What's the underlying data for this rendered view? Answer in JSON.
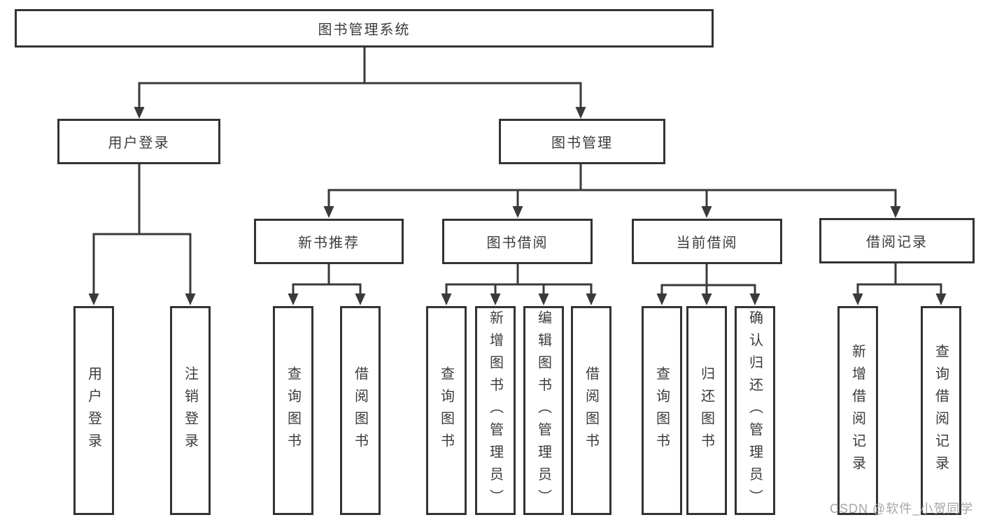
{
  "colors": {
    "line": "#3a3a3a",
    "border": "#333333",
    "text": "#3b3b3b",
    "background": "#ffffff",
    "watermark": "#a6a6a6"
  },
  "tree": {
    "root": {
      "label": "图书管理系统"
    },
    "children": [
      {
        "label": "用户登录",
        "children": [
          {
            "label": "用户登录"
          },
          {
            "label": "注销登录"
          }
        ]
      },
      {
        "label": "图书管理",
        "children": [
          {
            "label": "新书推荐",
            "children": [
              {
                "label": "查询图书"
              },
              {
                "label": "借阅图书"
              }
            ]
          },
          {
            "label": "图书借阅",
            "children": [
              {
                "label": "查询图书"
              },
              {
                "label": "新增图书（管理员）"
              },
              {
                "label": "编辑图书（管理员）"
              },
              {
                "label": "借阅图书"
              }
            ]
          },
          {
            "label": "当前借阅",
            "children": [
              {
                "label": "查询图书"
              },
              {
                "label": "归还图书"
              },
              {
                "label": "确认归还（管理员）"
              }
            ]
          },
          {
            "label": "借阅记录",
            "children": [
              {
                "label": "新增借阅记录"
              },
              {
                "label": "查询借阅记录"
              }
            ]
          }
        ]
      }
    ]
  },
  "watermark": {
    "text": "CSDN @软件_小贺同学"
  }
}
